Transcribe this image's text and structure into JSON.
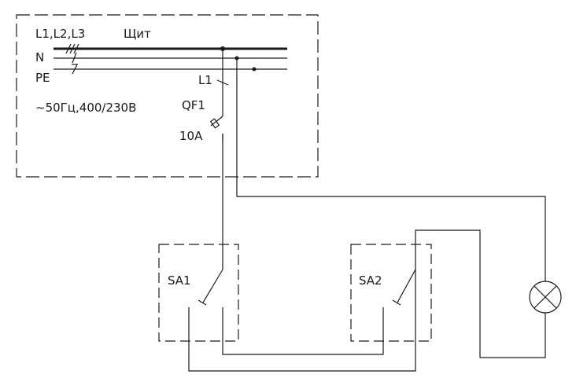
{
  "panel": {
    "phases_label": "L1,L2,L3",
    "panel_label": "Щит",
    "neutral_label": "N",
    "pe_label": "PE",
    "supply_label": "~50Гц,400/230В",
    "phase_tap_label": "L1",
    "breaker_label": "QF1",
    "breaker_rating": "10A"
  },
  "switches": [
    {
      "label": "SA1"
    },
    {
      "label": "SA2"
    }
  ],
  "lamp": {
    "icon": "lamp-cross-circle-icon"
  },
  "colors": {
    "line": "#1a1a1a",
    "background": "#ffffff"
  }
}
